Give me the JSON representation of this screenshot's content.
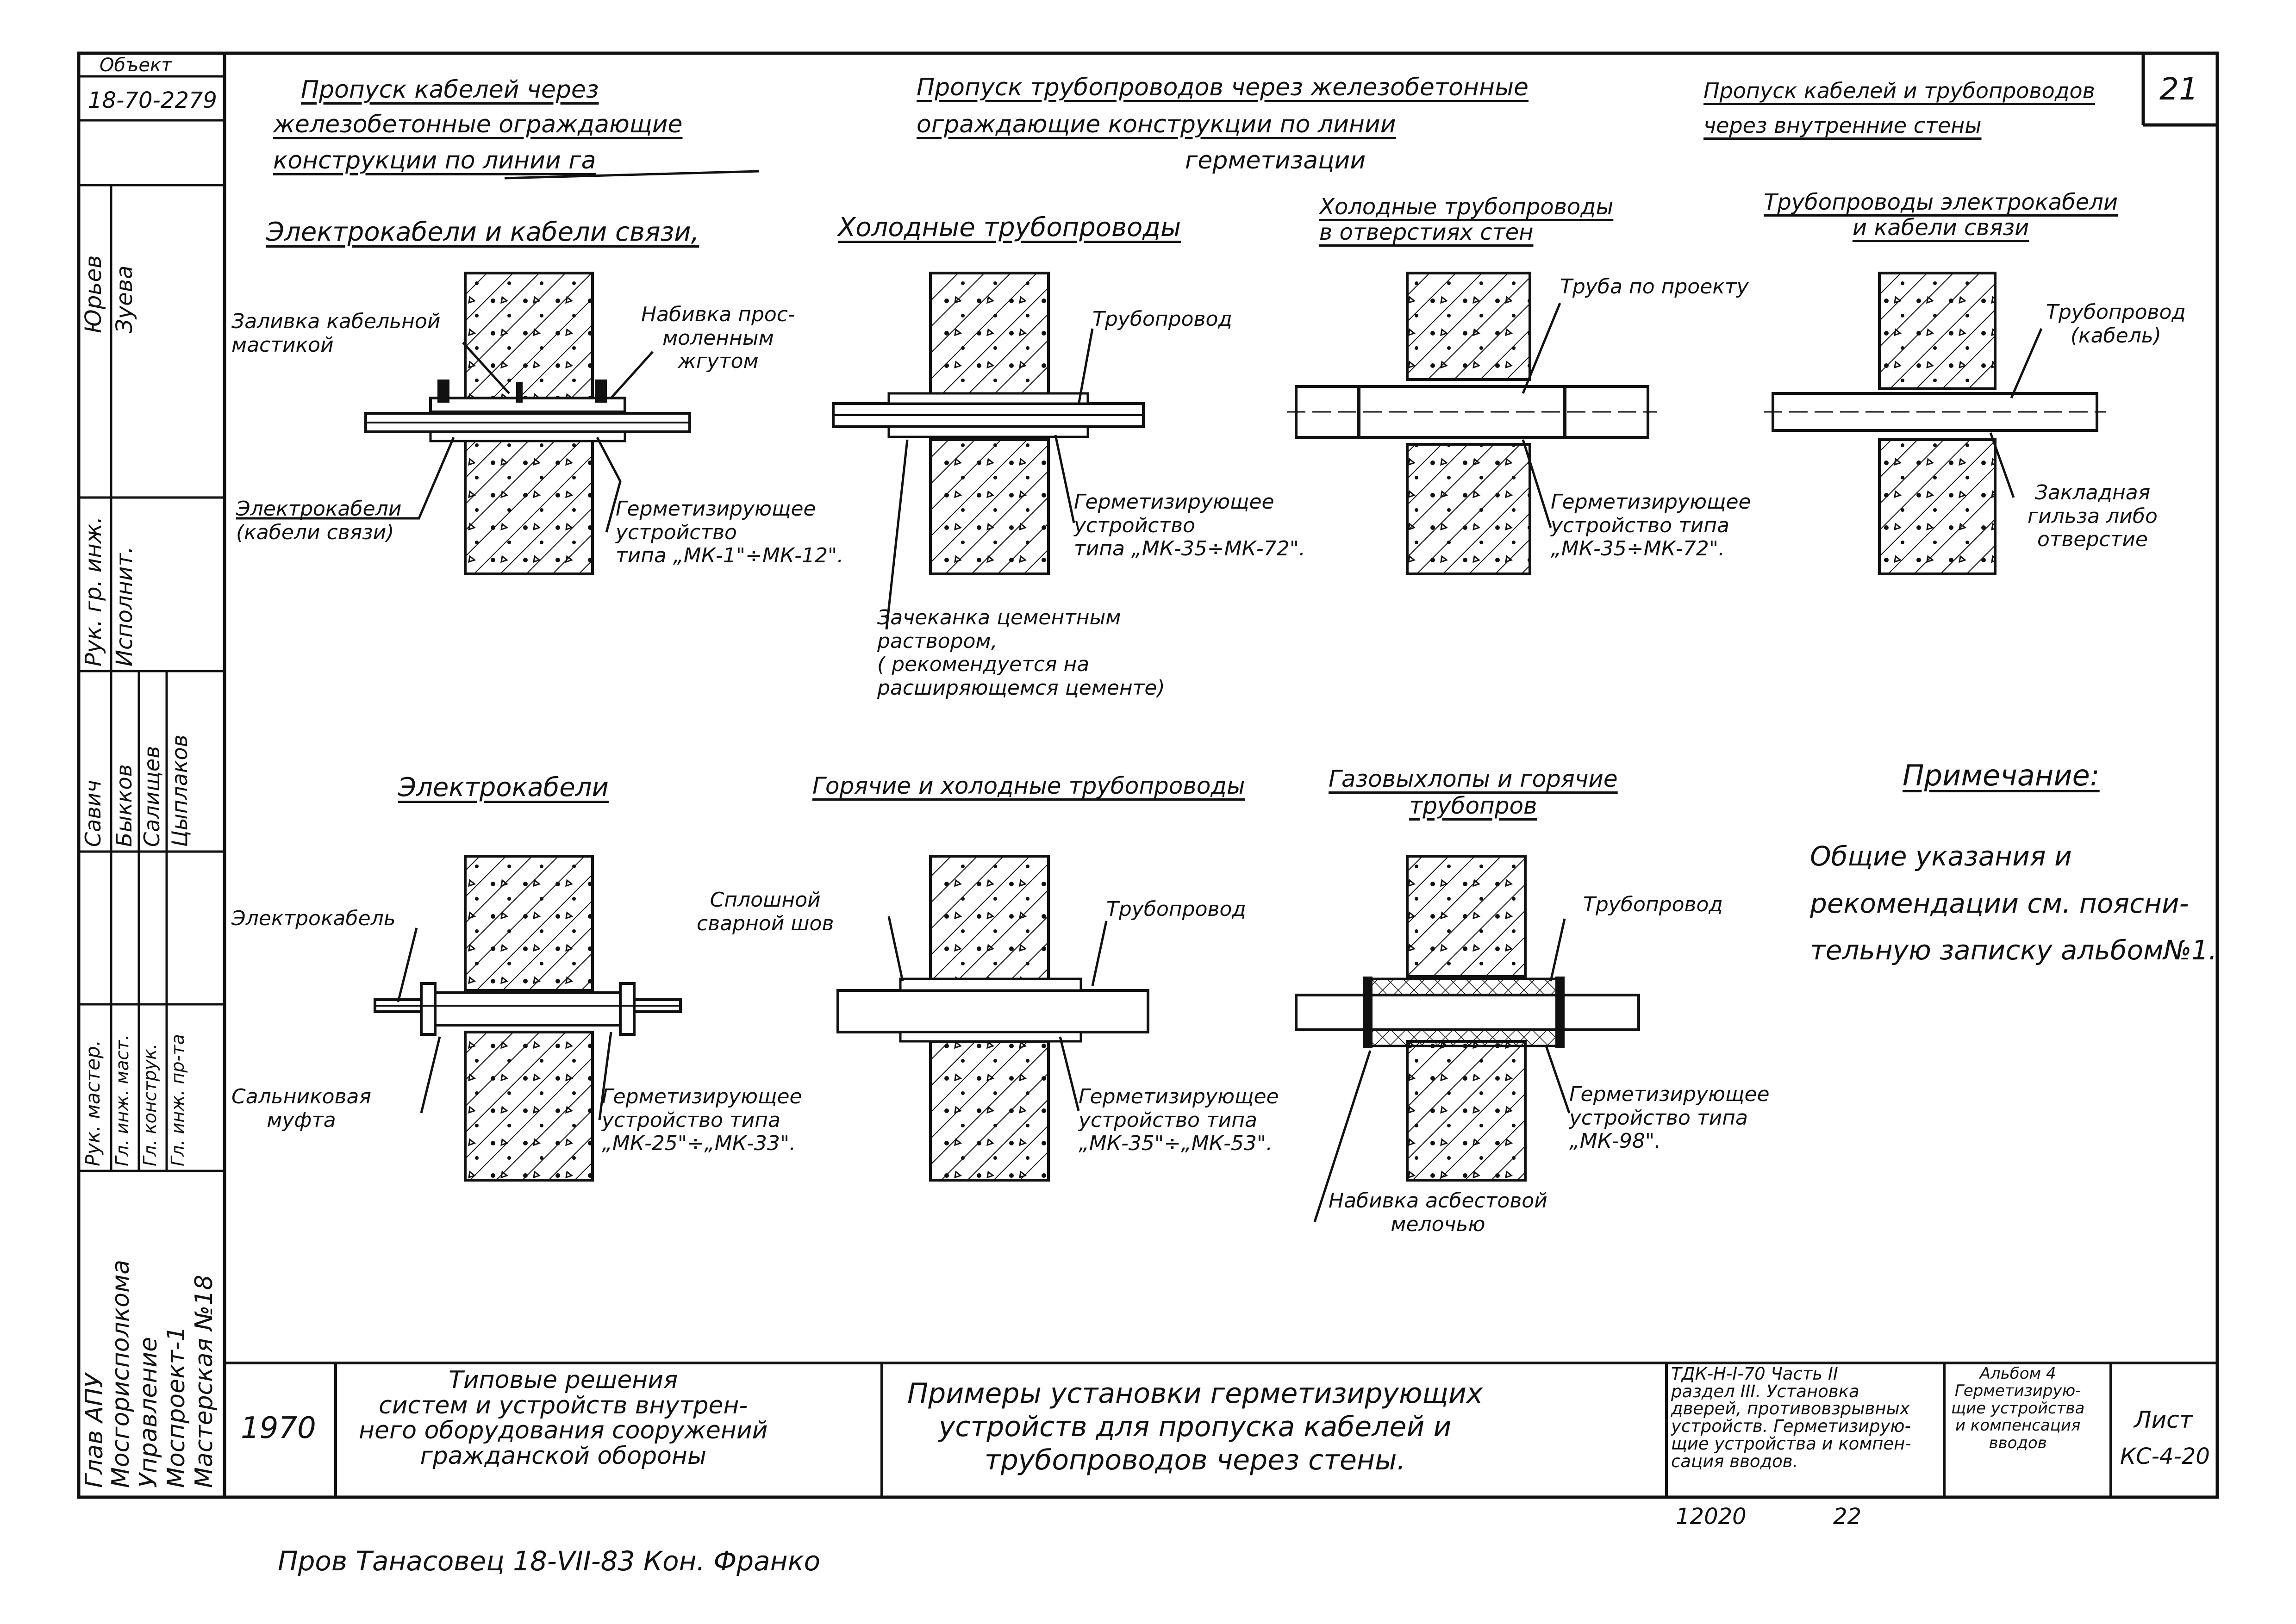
{
  "sheet_number": "21",
  "object_block": {
    "label": "Объект",
    "code": "18-70-2279"
  },
  "headers": {
    "left": [
      "Пропуск кабелей через",
      "железобетонные ограждающие",
      "конструкции по линии га"
    ],
    "center": [
      "Пропуск трубопроводов через железобетонные",
      "ограждающие конструкции по линии",
      "герметизации"
    ],
    "right": [
      "Пропуск кабелей и трубопроводов",
      "через внутренние стены"
    ]
  },
  "details": {
    "d1": {
      "title": "Электрокабели и кабели связи,",
      "labels": {
        "fill": "Заливка кабельной\nмастикой",
        "packing": "Набивка прос-\nмоленным\nжгутом",
        "cables": "Электрокабели\n(кабели связи)",
        "device": "Герметизирующее\nустройство\nтипа „МК-1\"÷МК-12\"."
      }
    },
    "d2": {
      "title": "Холодные трубопроводы",
      "labels": {
        "pipe": "Трубопровод",
        "device": "Герметизирующее\nустройство\nтипа „МК-35÷МК-72\".",
        "mortar": "Зачеканка цементным\nраствором,\n( рекомендуется на\nрасширяющемся цементе)"
      }
    },
    "d3": {
      "title": "Холодные трубопроводы\nв отверстиях стен",
      "labels": {
        "pipe": "Труба по проекту",
        "device": "Герметизирующее\nустройство типа\n„МК-35÷МК-72\"."
      }
    },
    "d4": {
      "title": "Трубопроводы электрокабели\nи кабели связи",
      "labels": {
        "pipe": "Трубопровод\n(кабель)",
        "sleeve": "Закладная\nгильза либо\nотверстие"
      }
    },
    "d5": {
      "title": "Электрокабели",
      "labels": {
        "cable": "Электрокабель",
        "gland": "Сальниковая\nмуфта",
        "device": "Герметизирующее\nустройство типа\n„МК-25\"÷„МК-33\"."
      }
    },
    "d6": {
      "title": "Горячие и холодные трубопроводы",
      "labels": {
        "weld": "Сплошной\nсварной шов",
        "pipe": "Трубопровод",
        "device": "Герметизирующее\nустройство типа\n„МК-35\"÷„МК-53\"."
      }
    },
    "d7": {
      "title": "Газовыхлопы и горячие\nтрубопров",
      "labels": {
        "pipe": "Трубопровод",
        "device": "Герметизирующее\nустройство типа\n„МК-98\".",
        "asbestos": "Набивка асбестовой\nмелочью"
      }
    }
  },
  "note": {
    "title": "Примечание:",
    "text": "Общие указания и\nрекомендации см. поясни-\nтельную записку альбом№1."
  },
  "side_stamp": {
    "names_top": [
      "Юрьев",
      "Зуева"
    ],
    "roles_1": [
      "Рук. гр. инж.",
      "Исполнит."
    ],
    "names_mid": [
      "Савич",
      "Быкков",
      "Салищев",
      "Цыплаков"
    ],
    "roles_2": [
      "Рук. мастер.",
      "Гл. инж. маст.",
      "Гл. конструк.",
      "Гл. инж. пр-та"
    ],
    "org": [
      "Глав АПУ",
      "Мосгорисполкома",
      "Управление",
      "Моспроект-1",
      "Мастерская №18"
    ]
  },
  "title_block": {
    "year": "1970",
    "series": "Типовые решения\nсистем и устройств внутрен-\nнего оборудования сооружений\nгражданской обороны",
    "title": "Примеры установки герметизирующих\nустройств для пропуска кабелей и\nтрубопроводов через стены.",
    "doc": "ТДК-Н-I-70 Часть II\nраздел III. Установка\nдверей, противовзрывных\nустройств. Герметизирую-\nщие устройства и компен-\nсация вводов.",
    "album": "Альбом 4\nГерметизирую-\nщие устройства\nи компенсация\nвводов",
    "sheet_label": "Лист",
    "sheet_code": "КС-4-20",
    "inv_1": "12020",
    "inv_2": "22"
  },
  "footer_signature": "Пров Танасовец 18-VII-83 Кон. Франко"
}
